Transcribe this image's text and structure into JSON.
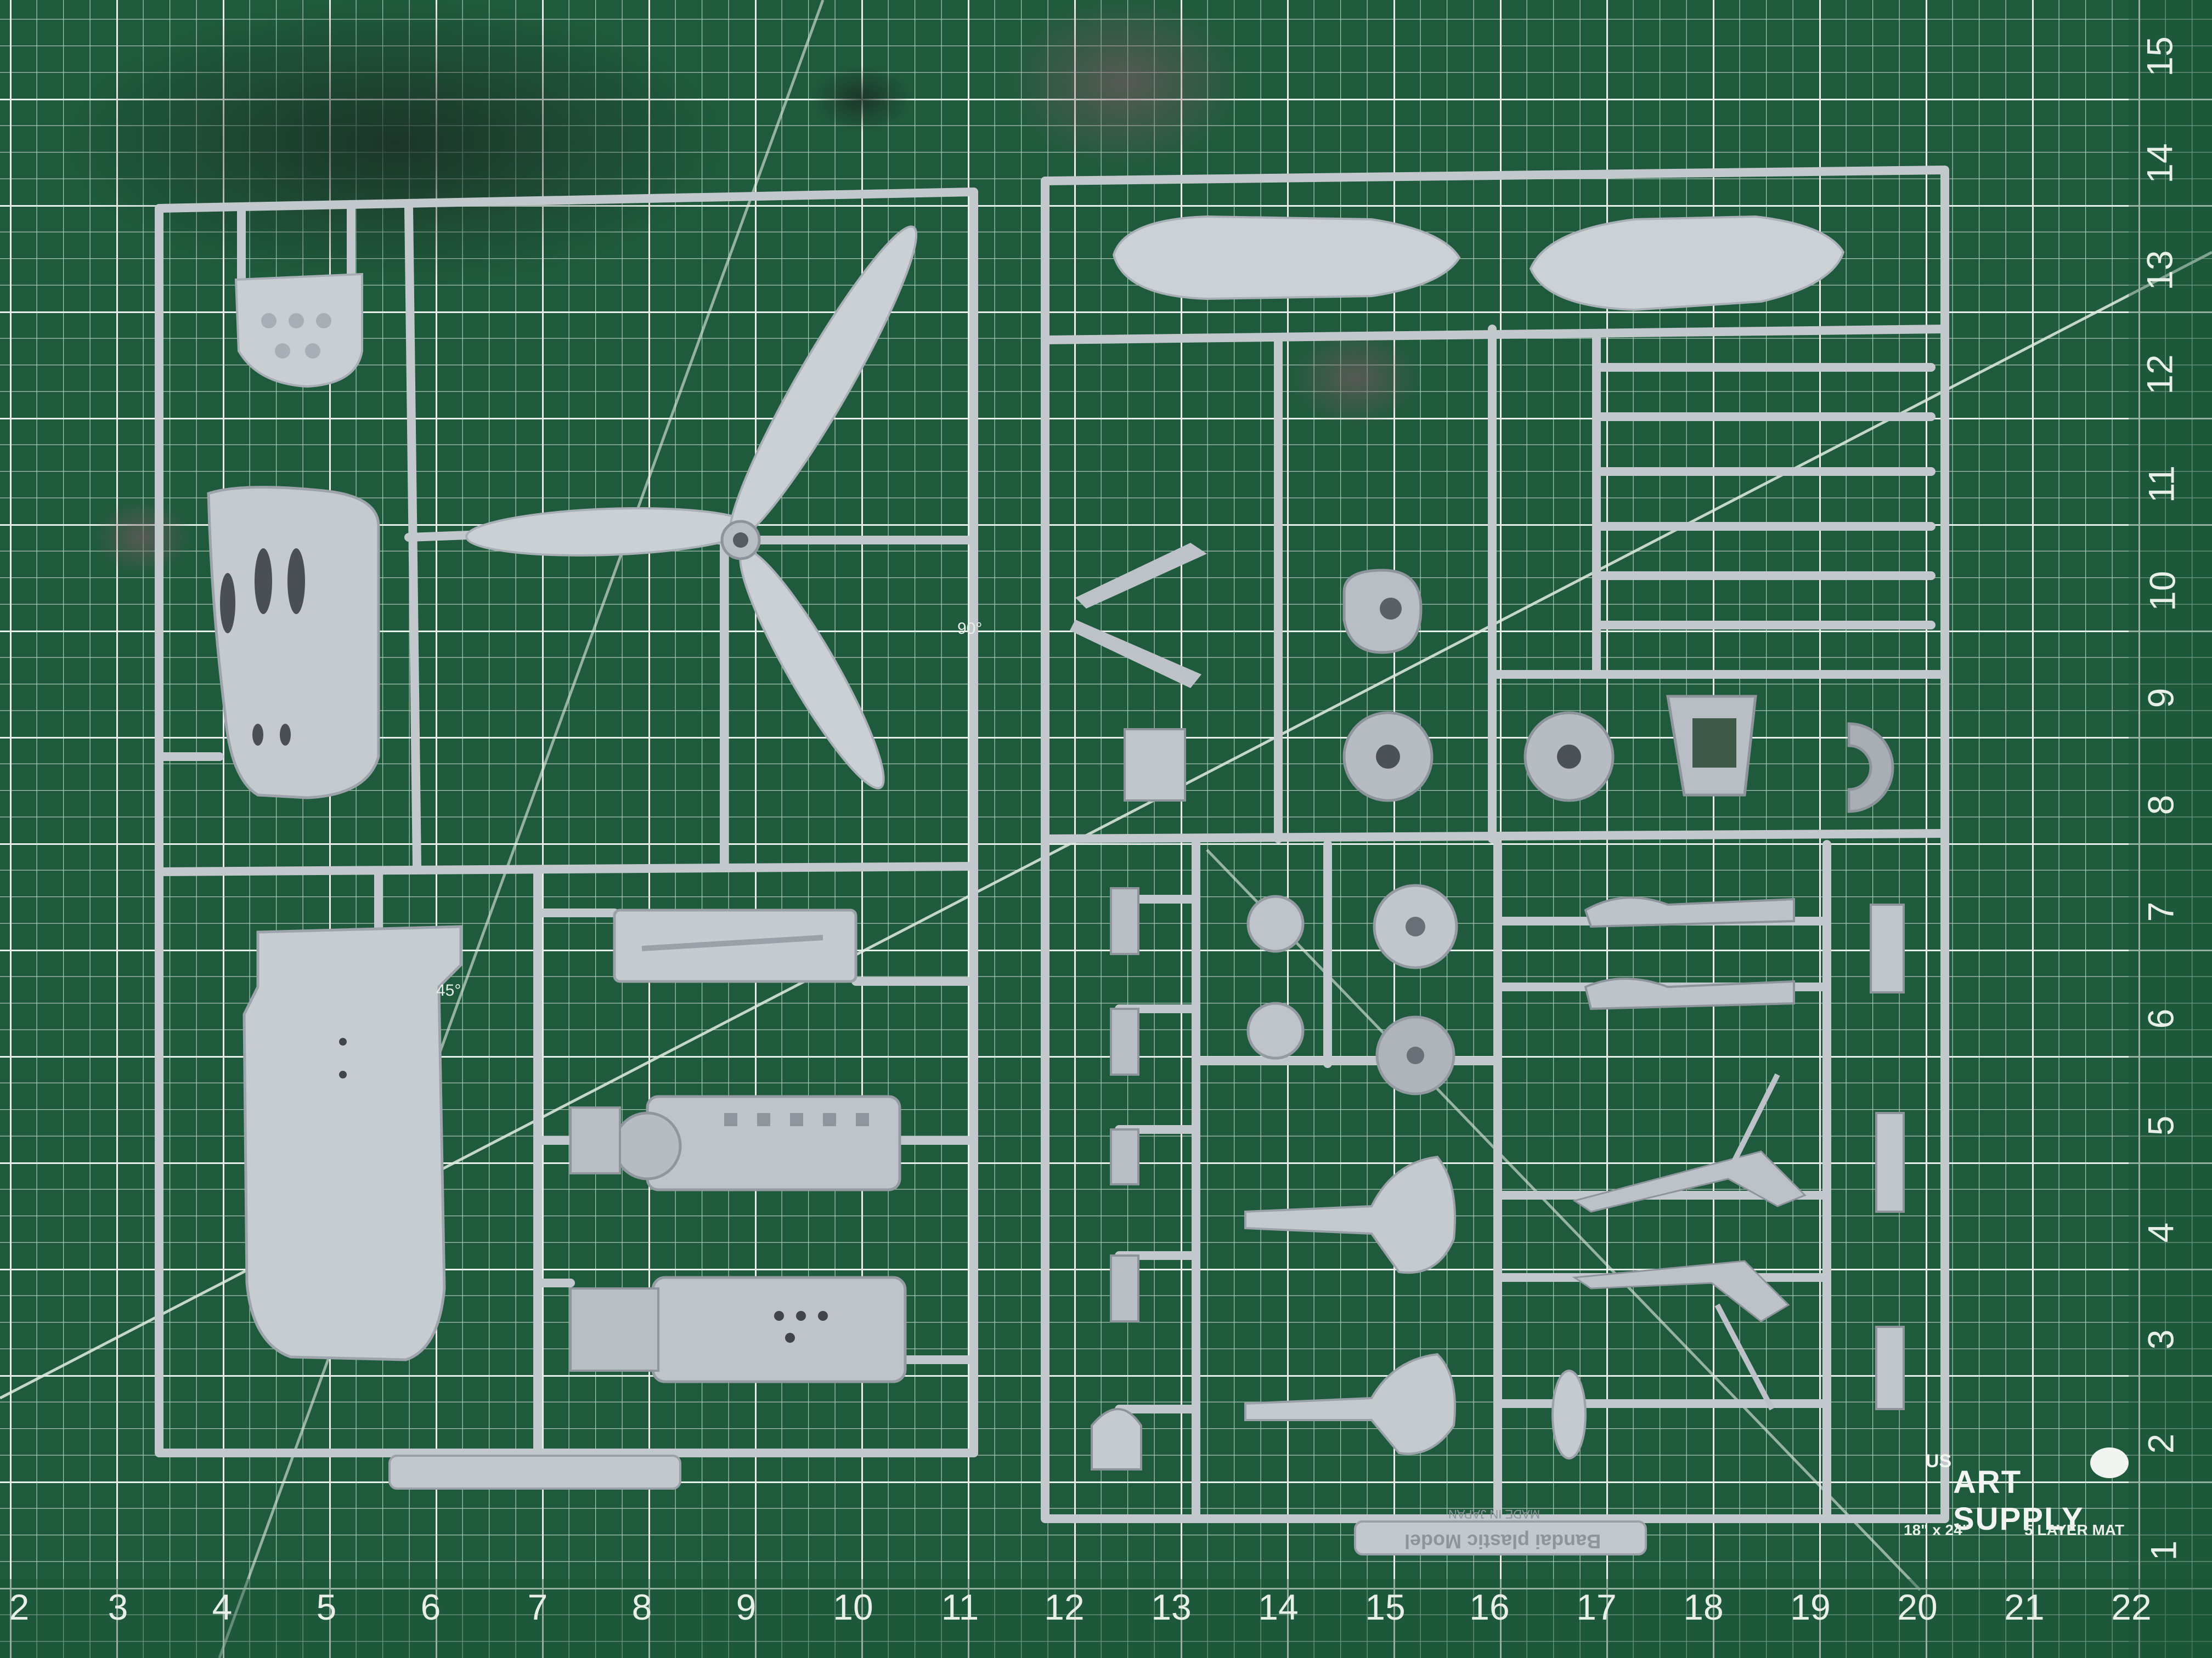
{
  "mat": {
    "bottom_ruler": [
      "2",
      "3",
      "4",
      "5",
      "6",
      "7",
      "8",
      "9",
      "10",
      "11",
      "12",
      "13",
      "14",
      "15",
      "16",
      "17",
      "18",
      "19",
      "20",
      "21",
      "22"
    ],
    "right_ruler": [
      "15",
      "14",
      "13",
      "12",
      "11",
      "10",
      "9",
      "8",
      "7",
      "6",
      "5",
      "4",
      "3",
      "2",
      "1"
    ],
    "angle_90": "90°",
    "angle_45": "45°",
    "brand": "ART SUPPLY",
    "brand_prefix": "US",
    "size_label": "18\" x 24\"",
    "layer_label": "5 LAYER MAT"
  },
  "sprue_labels": {
    "right_tab": "Bandai plastic Model",
    "right_tab_sub": "MADE IN JAPAN"
  },
  "colors": {
    "mat_green": "#1f5a3c",
    "grid_line": "#d8e6dc",
    "plastic": "#c7ccd1",
    "plastic_shadow": "#9ea5ac"
  }
}
